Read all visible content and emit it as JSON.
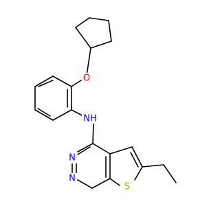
{
  "colors": {
    "carbon_bond": "#000000",
    "oxygen": "#ff0000",
    "nitrogen": "#0000ff",
    "sulfur": "#c8a000",
    "background": "#ffffff"
  },
  "atoms": {
    "oxygen": "O",
    "amine_nh": "NH",
    "pyrimidine_n_top": "N",
    "pyrimidine_n_bottom": "N",
    "thiophene_s": "S"
  }
}
